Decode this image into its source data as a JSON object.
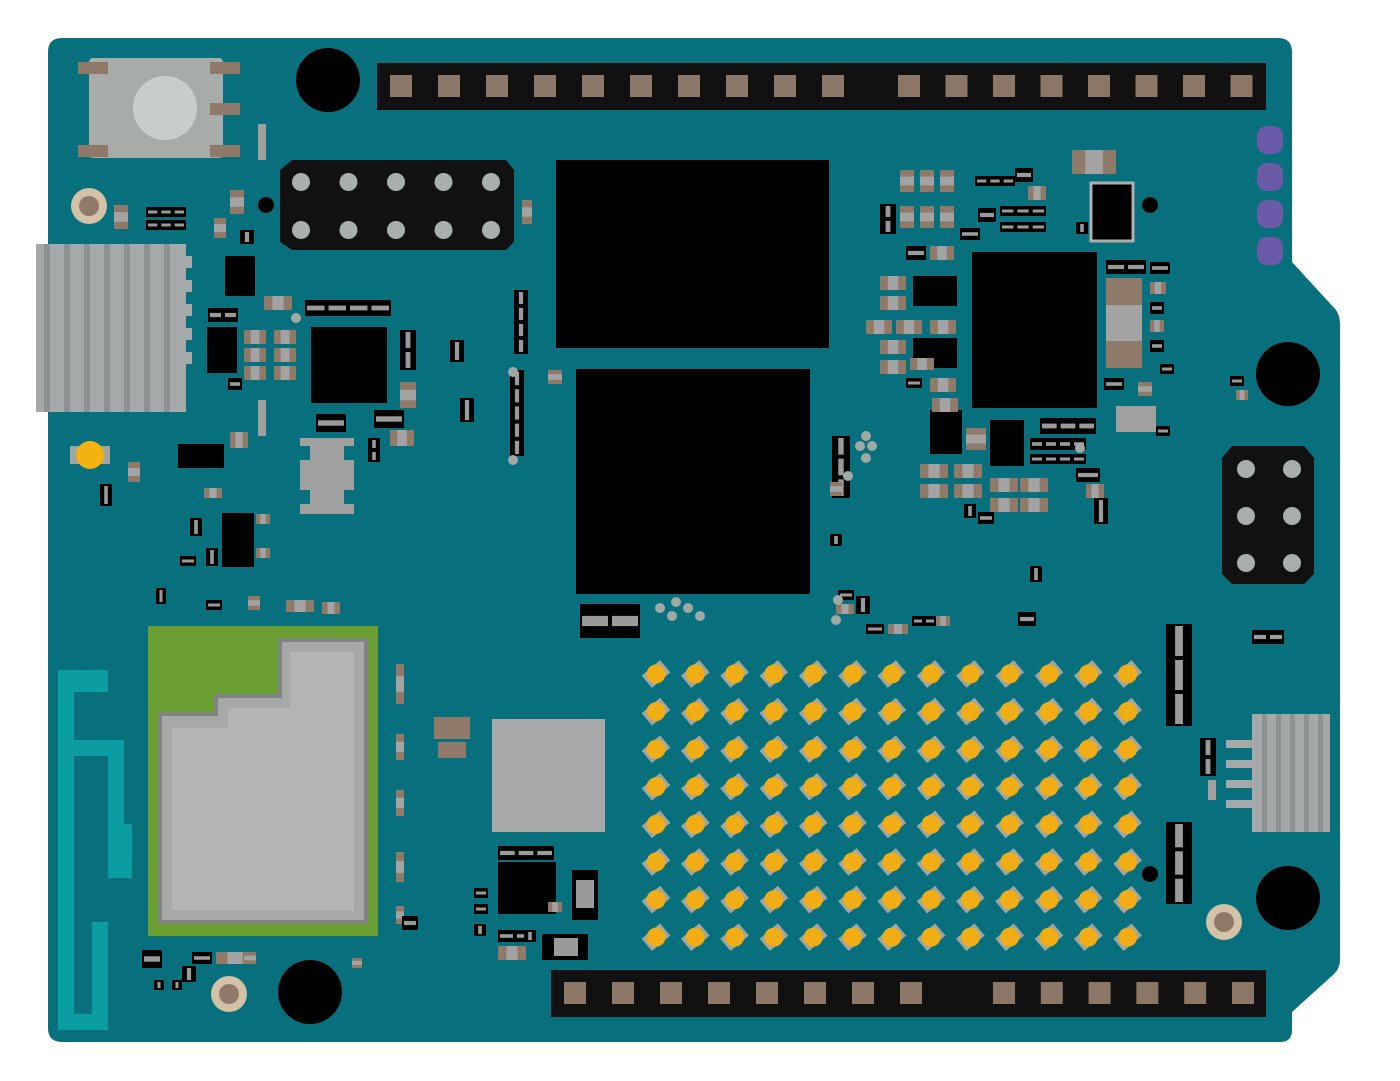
{
  "board": {
    "colors": {
      "pcb": "#08707c",
      "pcb_edge": "#0a5f69",
      "header_body": "#111111",
      "header_pin": "#8c7766",
      "ic": "#000000",
      "smd_body": "#a0a0a0",
      "smd_pad": "#8f7a6a",
      "led": "#f0ad16",
      "led_base": "#9ea6a3",
      "heatsink": "#a4a8a8",
      "module_green": "#6a9e33",
      "module_silver": "#a6a9a8",
      "antenna": "#0aa0a3",
      "status_led": "#f2b20f",
      "purple_pad": "#6b5aa8",
      "button_body": "#a7aca9",
      "button_cap": "#c9ceca",
      "mount_hole": "#000000",
      "screw": "#d3c2a6"
    },
    "led_matrix": {
      "rows": 8,
      "cols": 13
    },
    "top_header": {
      "group_a_pins": 10,
      "group_b_pins": 8
    },
    "bottom_header": {
      "group_a_pins": 8,
      "group_b_pins": 6
    },
    "icsp_top": {
      "rows": 2,
      "cols": 5
    },
    "icsp_right": {
      "rows": 3,
      "cols": 2
    },
    "status_leds": 4
  }
}
